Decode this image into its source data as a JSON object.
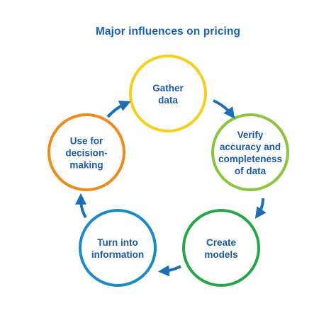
{
  "title": "Major influences on pricing",
  "nodes": [
    {
      "id": "gather",
      "lines": [
        "Gather",
        "data"
      ],
      "color": "#f5cf1c"
    },
    {
      "id": "verify",
      "lines": [
        "Verify",
        "accuracy and",
        "completeness",
        "of data"
      ],
      "color": "#8cc43f"
    },
    {
      "id": "create",
      "lines": [
        "Create",
        "models"
      ],
      "color": "#25a648"
    },
    {
      "id": "turn",
      "lines": [
        "Turn into",
        "information"
      ],
      "color": "#1a8bc4"
    },
    {
      "id": "use",
      "lines": [
        "Use for",
        "decision-",
        "making"
      ],
      "color": "#ef8a1d"
    }
  ],
  "arrow_color": "#1b6fb8"
}
